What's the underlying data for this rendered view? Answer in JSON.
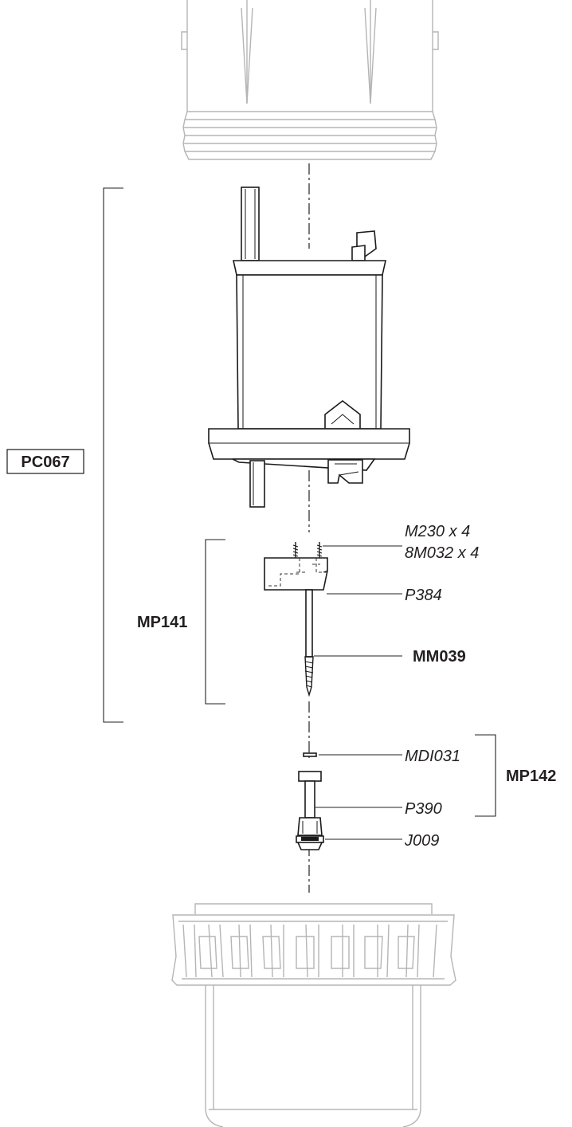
{
  "labels": {
    "pc067": "PC067",
    "mp141": "MP141",
    "mp142": "MP142",
    "m230": "M230 x 4",
    "m8032": "8M032 x 4",
    "p384": "P384",
    "mm039": "MM039",
    "mdi031": "MDI031",
    "p390": "P390",
    "j009": "J009"
  }
}
